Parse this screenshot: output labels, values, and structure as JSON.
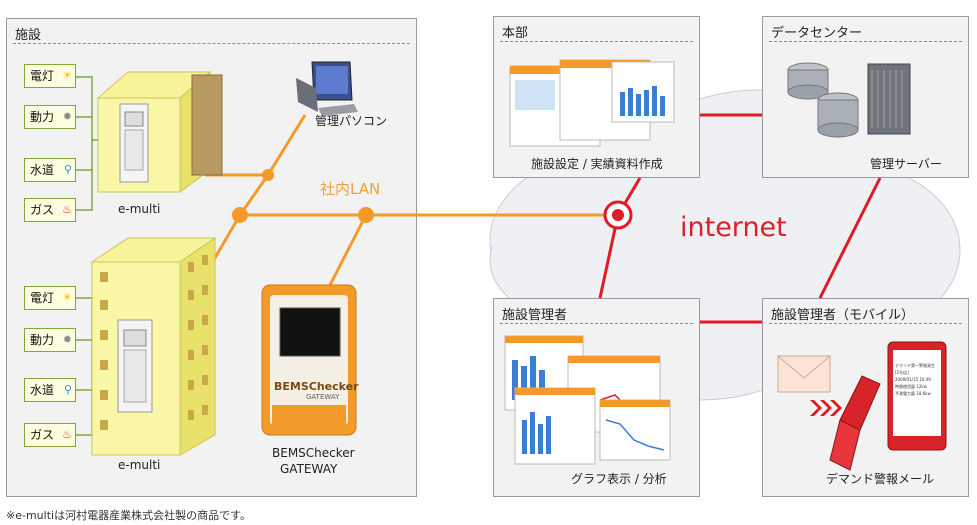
{
  "panels": {
    "facility": {
      "title": "施設"
    },
    "hq": {
      "title": "本部",
      "caption": "施設設定 / 実績資料作成"
    },
    "datacenter": {
      "title": "データセンター",
      "caption": "管理サーバー"
    },
    "manager": {
      "title": "施設管理者",
      "caption": "グラフ表示 / 分析"
    },
    "mobile": {
      "title": "施設管理者（モバイル）",
      "caption": "デマンド警報メール"
    }
  },
  "utilities_top": [
    "電灯",
    "動力",
    "水道",
    "ガス"
  ],
  "utilities_bottom": [
    "電灯",
    "動力",
    "水道",
    "ガス"
  ],
  "devices": {
    "emulti_top": "e-multi",
    "emulti_bottom": "e-multi",
    "pc": "管理パソコン",
    "gateway_line1": "BEMSChecker",
    "gateway_line2": "GATEWAY",
    "gateway_logo": "BEMSChecker",
    "gateway_logo_sub": "GATEWAY"
  },
  "network": {
    "lan": "社内LAN",
    "internet": "internet"
  },
  "phone_screen": [
    "デマンド第一警報発生",
    "[2号店]",
    "2009/01/15 16:49",
    "時限使用量 12kw",
    "予測電力量 18.6kw"
  ],
  "footnote": "※e-multiは河村電器産業株式会社製の商品です。",
  "colors": {
    "lan": "#f39a2a",
    "internet": "#e01b24",
    "util_border": "#7fa83a"
  }
}
